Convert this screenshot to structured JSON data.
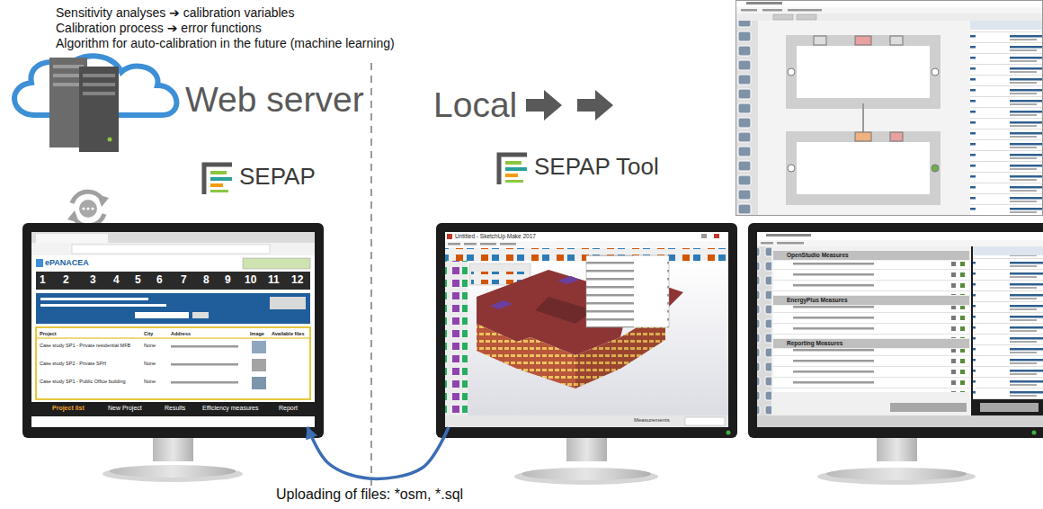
{
  "diagram": {
    "nodes": [
      {
        "text": [
          "ePANACEA",
          "1",
          "2",
          "3",
          "4",
          "5",
          "6",
          "7",
          "8",
          "9",
          "10",
          "11",
          "12",
          "Project",
          "City",
          "Address",
          "Image",
          "Available files",
          "Case study SP1 - Private residential MFB",
          "None",
          "Case study SP2 - Private SFH",
          "None",
          "Case study SP1 - Public Office building",
          "None",
          "Project list",
          "New Project",
          "Results",
          "Efficiency measures",
          "Report"
        ]
      },
      {
        "text": [
          "Untitled - SketchUp Make 2017",
          "Measurements"
        ]
      },
      {
        "text": [
          "OpenStudio Measures",
          "EnergyPlus Measures",
          "Reporting Measures"
        ]
      }
    ],
    "edges": [
      {
        "from": 1,
        "to": 0,
        "arrow": "to",
        "label": "Uploading of files: *osm, *.sql"
      }
    ],
    "labels": [
      "Sensitivity analyses ➔ calibration variables",
      "Calibration process ➔ error functions",
      "Algorithm for auto-calibration in the future (machine learning)",
      "Web server",
      "SEPAP",
      "Local",
      "SEPAP Tool"
    ]
  }
}
